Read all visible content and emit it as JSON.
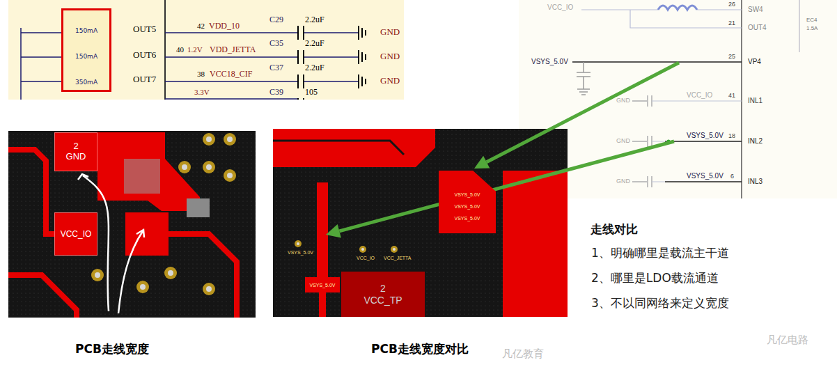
{
  "diagram": {
    "title": "走线对比",
    "nodes": [
      {
        "text": [
          "150mA",
          "150mA",
          "350mA"
        ]
      },
      {
        "text": [
          "PCB走线宽度"
        ]
      },
      {
        "text": [
          "2",
          "GND"
        ],
        "in": 1
      },
      {
        "text": [
          "VCC_IO"
        ],
        "in": 1
      },
      {
        "text": [
          "PCB走线宽度对比"
        ]
      },
      {
        "text": [
          "VSYS_5.0V",
          "VSYS_5.0V",
          "VSYS_5.0V"
        ],
        "in": 4
      },
      {
        "text": [
          "VSYS_5.0V"
        ],
        "in": 4
      },
      {
        "text": [
          "2",
          "VCC_TP"
        ],
        "in": 4
      }
    ],
    "labels": [
      "OUT5",
      "42",
      "VDD_10",
      "C29",
      "2.2uF",
      "GND",
      "OUT6",
      "40",
      "1.2V",
      "VDD_JETTA",
      "C35",
      "2.2uF",
      "GND",
      "OUT7",
      "38",
      "VCC18_CIF",
      "C37",
      "2.2uF",
      "GND",
      "3.3V",
      "C39",
      "105",
      "VCC_IO",
      "26",
      "SW4",
      "21",
      "OUT4",
      "EC4",
      "1.5A",
      "VSYS_5.0V",
      "25",
      "VP4",
      "GND",
      "VCC_IO",
      "41",
      "INL1",
      "GND",
      "VSYS_5.0V",
      "18",
      "INL2",
      "GND",
      "VSYS_5.0V",
      "6",
      "INL3",
      "VSYS_5.0V",
      "VCC_IO",
      "VCC_JETTA",
      "1、明确哪里是载流主干道",
      "2、哪里是LDO载流通道",
      "3、不以同网络来定义宽度",
      "凡亿教育",
      "凡亿电路"
    ]
  }
}
